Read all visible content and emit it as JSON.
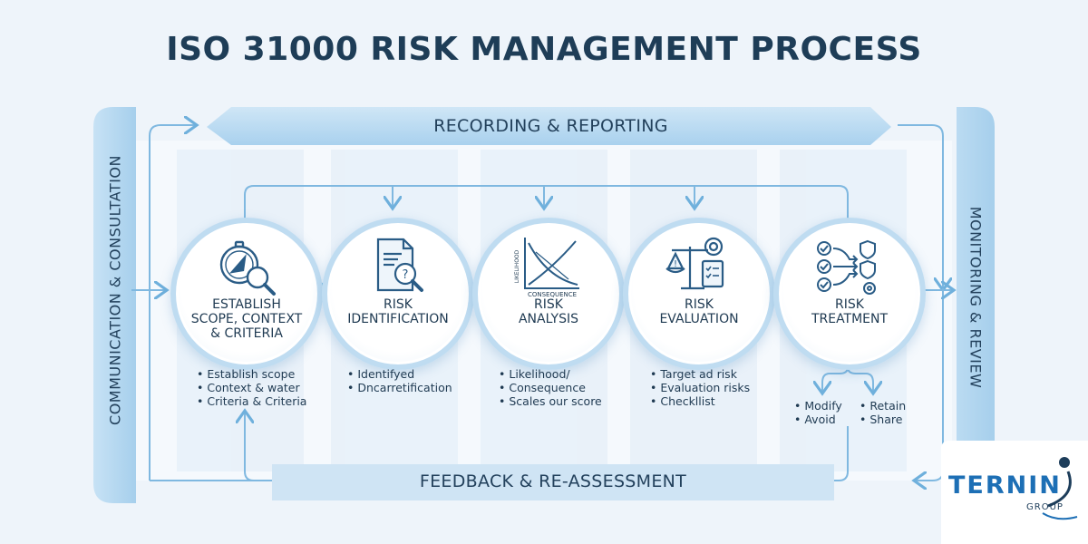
{
  "title": "ISO 31000 RISK MANAGEMENT PROCESS",
  "bands": {
    "top": "RECORDING & REPORTING",
    "bottom": "FEEDBACK & RE-ASSESSMENT",
    "left": "COMMUNICATION & CONSULTATION",
    "right": "MONITORING & REVIEW"
  },
  "steps": [
    {
      "label": "ESTABLISH\nSCOPE, CONTEXT\n& CRITERIA",
      "icon": "compass-magnifier-icon",
      "bullets": [
        "Establish scope",
        "Context & water",
        "Criteria & Criteria"
      ]
    },
    {
      "label": "RISK\nIDENTIFICATION",
      "icon": "document-search-icon",
      "bullets": [
        "Identifyed",
        "Dncarretification"
      ]
    },
    {
      "label": "RISK\nANALYSIS",
      "icon": "likelihood-consequence-chart-icon",
      "icon_axis_x": "CONSEQUENCE",
      "icon_axis_y": "LIKELIHOOD",
      "bullets": [
        "Likelihood/",
        "Consequence",
        "Scales our score"
      ]
    },
    {
      "label": "RISK\nEVALUATION",
      "icon": "scale-target-checklist-icon",
      "bullets": [
        "Target ad risk",
        "Evaluation risks",
        "Checkllist"
      ]
    },
    {
      "label": "RISK\nTREATMENT",
      "icon": "checks-arrows-shields-icon",
      "bullets_left": [
        "Modify",
        "Avoid"
      ],
      "bullets_right": [
        "Retain",
        "Share"
      ]
    }
  ],
  "logo": {
    "name": "TERNIN",
    "sub": "GROUP"
  },
  "colors": {
    "accent": "#1d6fb5",
    "band": "#b9daf1",
    "arrow": "#6fb0dc",
    "ring": "#bfdcf1"
  }
}
